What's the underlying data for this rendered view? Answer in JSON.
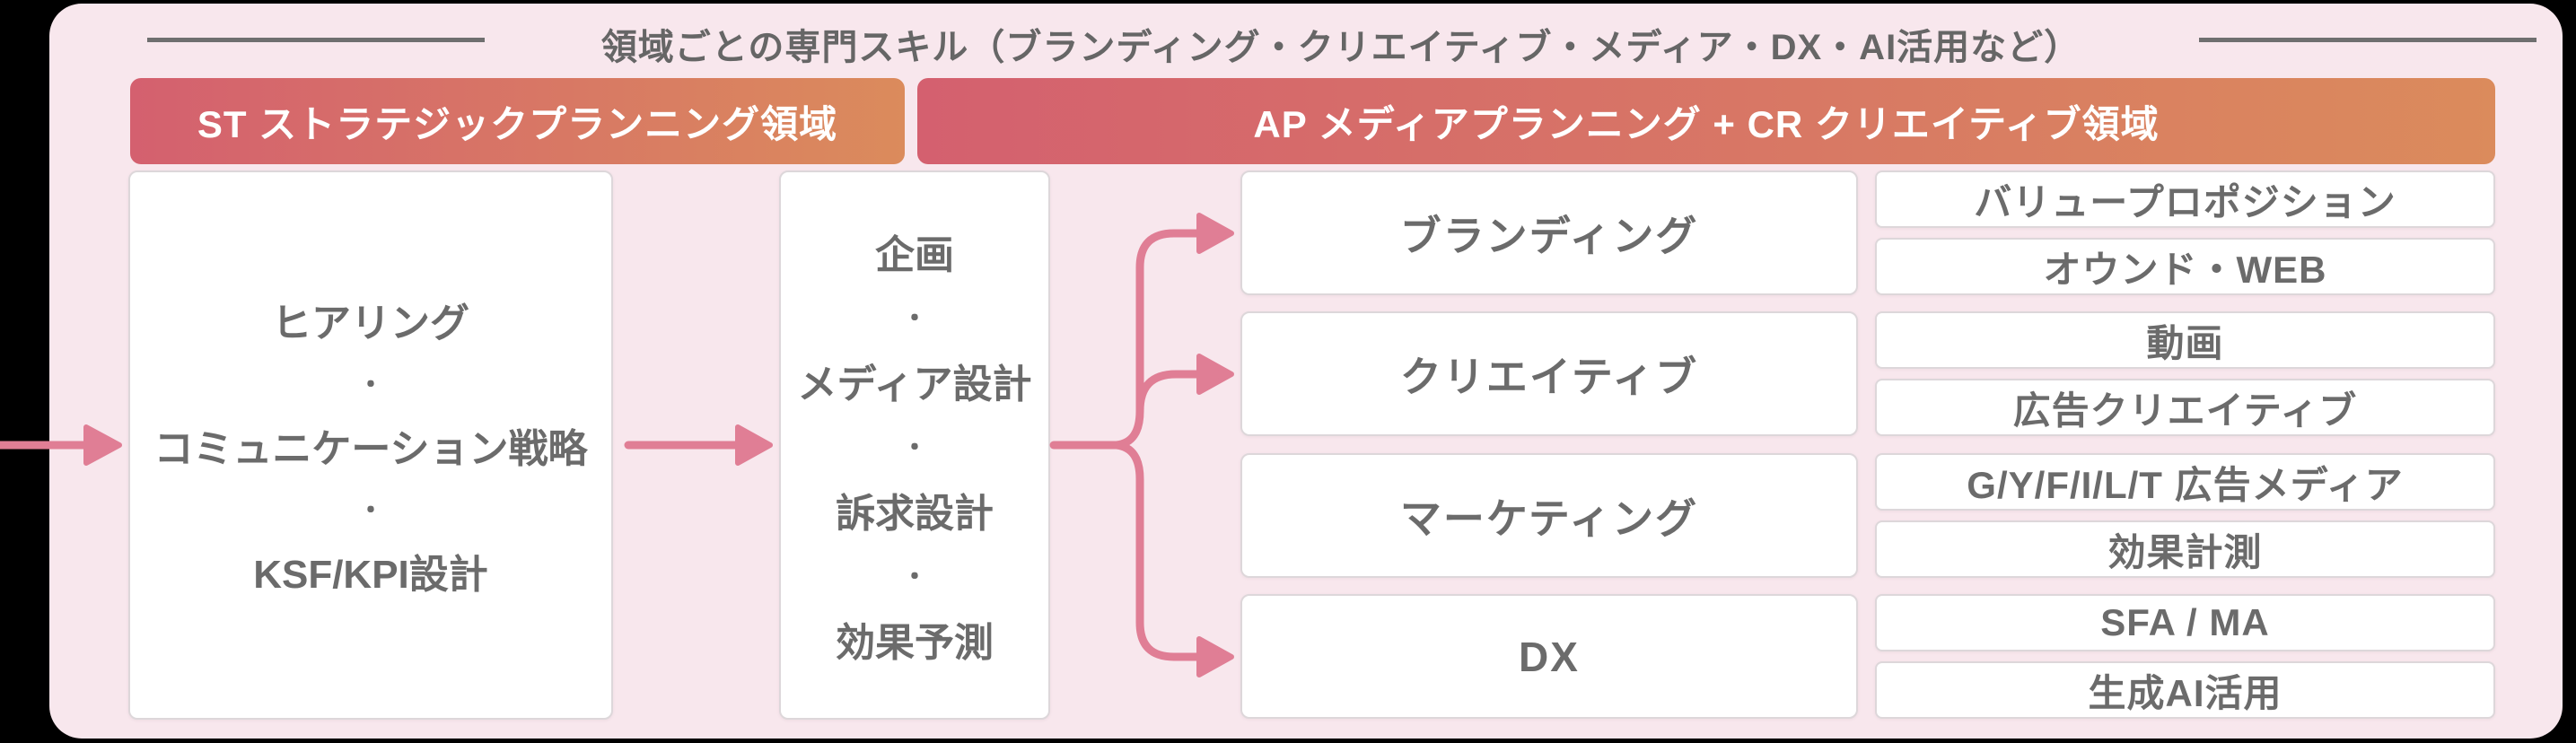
{
  "title": "領域ごとの専門スキル（ブランディング・クリエイティブ・メディア・DX・AI活用など）",
  "separator": "・",
  "headers": {
    "st": "ST ストラテジックプランニング領域",
    "ap": "AP メディアプランニング + CR クリエイティブ領域"
  },
  "strategy_box": {
    "items": [
      "ヒアリング",
      "コミュニケーション戦略",
      "KSF/KPI設計"
    ]
  },
  "planning_box": {
    "items": [
      "企画",
      "メディア設計",
      "訴求設計",
      "効果予測"
    ]
  },
  "categories": [
    {
      "label": "ブランディング",
      "skills": [
        "バリュープロポジション",
        "オウンド・WEB"
      ]
    },
    {
      "label": "クリエイティブ",
      "skills": [
        "動画",
        "広告クリエイティブ"
      ]
    },
    {
      "label": "マーケティング",
      "skills": [
        "G/Y/F/I/L/T 広告メディア",
        "効果計測"
      ]
    },
    {
      "label": "DX",
      "skills": [
        "SFA / MA",
        "生成AI活用"
      ]
    }
  ],
  "colors": {
    "panel_pink": "#f8e7ed",
    "arrow_pink": "#e07e95",
    "bar_gradient_start": "#d4606f",
    "bar_gradient_end": "#db8b5c",
    "box_text_gray": "#6b6b6b",
    "title_gray": "#666666",
    "bar_text": "#ffffff"
  }
}
